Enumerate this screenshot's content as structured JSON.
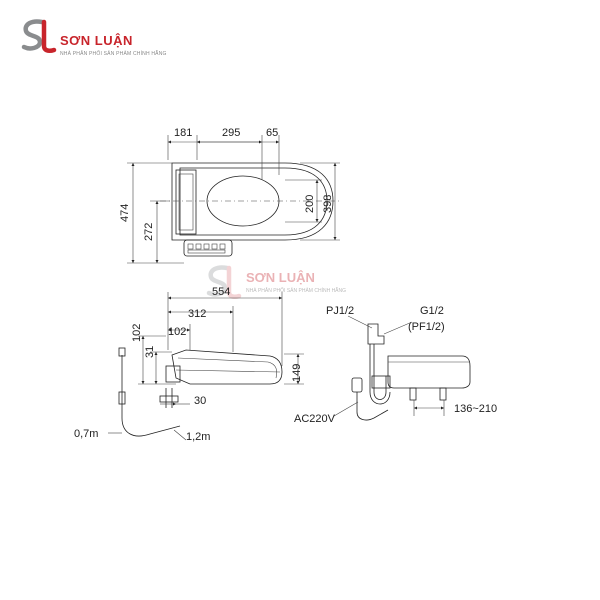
{
  "brand": {
    "name": "SƠN LUẬN",
    "tagline": "NHÀ PHÂN PHỐI SẢN PHẨM CHÍNH HÃNG",
    "accent": "#c8242b",
    "secondary": "#8a8c8e"
  },
  "top_view": {
    "dim_181": "181",
    "dim_295": "295",
    "dim_65": "65",
    "dim_474": "474",
    "dim_272": "272",
    "dim_200": "200",
    "dim_398": "398"
  },
  "side_view": {
    "dim_554": "554",
    "dim_312": "312",
    "dim_102_h": "102",
    "dim_102_v": "102",
    "dim_31": "31",
    "dim_149": "149",
    "dim_30": "30",
    "cable_short": "0,7m",
    "cable_long": "1,2m"
  },
  "plumbing_view": {
    "pj": "PJ1/2",
    "g": "G1/2",
    "pf": "(PF1/2)",
    "voltage": "AC220V",
    "range": "136~210"
  }
}
